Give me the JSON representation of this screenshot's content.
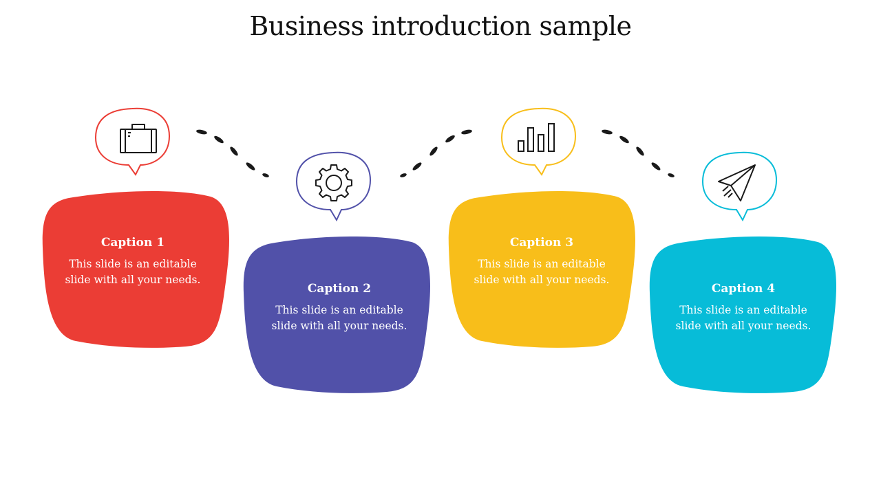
{
  "title": "Business introduction sample",
  "steps": [
    {
      "caption": "Caption 1",
      "text": "This slide is an editable slide with all your needs.",
      "color": "#EB3D35",
      "icon": "briefcase-icon"
    },
    {
      "caption": "Caption 2",
      "text": "This slide is an editable slide with all your needs.",
      "color": "#5151A9",
      "icon": "gear-icon"
    },
    {
      "caption": "Caption 3",
      "text": "This slide is an editable slide with all your needs.",
      "color": "#F8BE1A",
      "icon": "bar-chart-icon"
    },
    {
      "caption": "Caption 4",
      "text": "This slide is an editable slide with all your needs.",
      "color": "#07BCD8",
      "icon": "paper-plane-icon"
    }
  ],
  "connector_color": "#1a1a1a"
}
